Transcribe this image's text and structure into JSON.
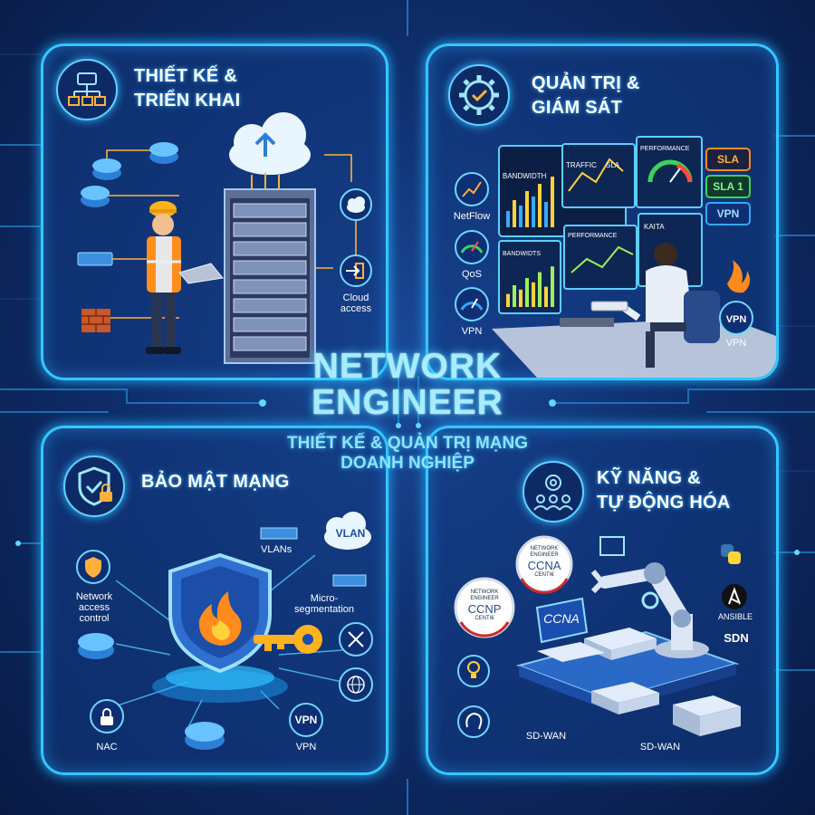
{
  "hero": {
    "title_line1": "NETWORK",
    "title_line2": "ENGINEER",
    "subtitle_line1": "THIẾT KẾ & QUẢN TRỊ MẠNG",
    "subtitle_line2": "DOANH NGHIỆP"
  },
  "panels": {
    "design": {
      "title_line1": "THIẾT KẾ &",
      "title_line2": "TRIỂN KHAI",
      "cloud_label_line1": "Cloud",
      "cloud_label_line2": "access"
    },
    "admin": {
      "title_line1": "QUẢN TRỊ &",
      "title_line2": "GIÁM SÁT",
      "side_labels": {
        "netflow": "NetFlow",
        "qos": "QoS",
        "vpn_left": "VPN",
        "vpn_right": "VPN"
      },
      "monitor_labels": {
        "bandwidth": "BANDWIDTH",
        "traffic": "TRAFFIC",
        "sla_small": "SLA",
        "performance": "PERFORMANCE",
        "bandwidths": "BANDWIDTS",
        "performance2": "PERFORMANCE",
        "kaita": "KAITA"
      },
      "badges": {
        "sla": "SLA",
        "sla1": "SLA 1",
        "vpn": "VPN",
        "vpn_circle": "VPN"
      }
    },
    "security": {
      "title": "BẢO MẬT MẠNG",
      "labels": {
        "nac_line1": "Network",
        "nac_line2": "access",
        "nac_line3": "control",
        "vlans": "VLANs",
        "vlan_cloud": "VLAN",
        "micro_line1": "Micro-",
        "micro_line2": "segmentation",
        "nac": "NAC",
        "vpn_icon": "VPN",
        "vpn": "VPN"
      }
    },
    "skills": {
      "title_line1": "KỸ NĂNG &",
      "title_line2": "TỰ ĐỘNG HÓA",
      "labels": {
        "ccna_badge_top": "NETWORK",
        "ccna_badge_mid": "ENGINEER",
        "ccna_badge": "CCNA",
        "ccna_badge_sub": "CENTI€",
        "ccnp_badge_top": "NETWORK",
        "ccnp_badge_mid": "ENGINEER",
        "ccnp_badge": "CCNP",
        "ccnp_badge_sub": "CENTI€",
        "ccna_screen": "CCNA",
        "ansible": "ANSIBLE",
        "sdn": "SDN",
        "sdwan_left": "SD-WAN",
        "sdwan_right": "SD-WAN"
      }
    }
  },
  "colors": {
    "panel_border": "#35c6ff",
    "background": "#0f2f6e",
    "hero_text": "#a9ecff",
    "sla_orange": "#ff8a1e",
    "sla_green": "#39d45a",
    "vpn_blue": "#2fa8ff"
  }
}
